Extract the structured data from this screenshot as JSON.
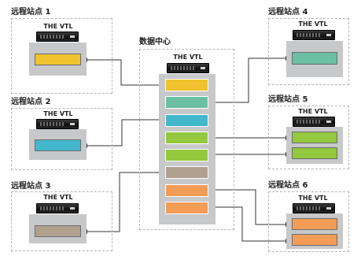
{
  "datacenter": {
    "title": "数据中心",
    "appliance_label": "THE VTL",
    "slot_colors": [
      "#f0c22d",
      "#6bbfa2",
      "#43b7cc",
      "#94c83e",
      "#94c83e",
      "#b1a08e",
      "#f39c56",
      "#f39c56"
    ]
  },
  "sites": [
    {
      "title": "远程站点 1",
      "appliance_label": "THE VTL",
      "slot_colors": [
        "#f0c22d"
      ]
    },
    {
      "title": "远程站点 2",
      "appliance_label": "THE VTL",
      "slot_colors": [
        "#43b7cc"
      ]
    },
    {
      "title": "远程站点 3",
      "appliance_label": "THE VTL",
      "slot_colors": [
        "#b1a08e"
      ]
    },
    {
      "title": "远程站点 4",
      "appliance_label": "THE VTL",
      "slot_colors": [
        "#6bbfa2"
      ]
    },
    {
      "title": "远程站点 5",
      "appliance_label": "THE VTL",
      "slot_colors": [
        "#94c83e",
        "#94c83e"
      ]
    },
    {
      "title": "远程站点 6",
      "appliance_label": "THE VTL",
      "slot_colors": [
        "#f39c56",
        "#f39c56"
      ]
    }
  ]
}
